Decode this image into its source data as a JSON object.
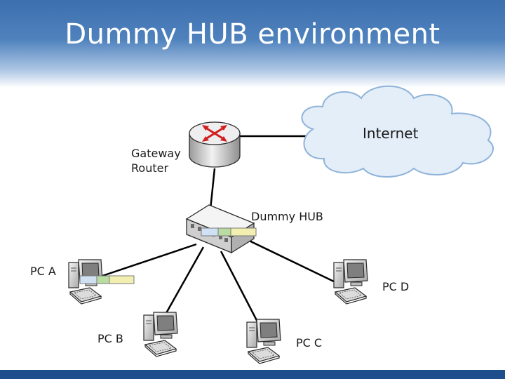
{
  "slide": {
    "title": "Dummy HUB environment"
  },
  "nodes": {
    "internet": "Internet",
    "gateway_line1": "Gateway",
    "gateway_line2": "Router",
    "hub": "Dummy HUB",
    "pc_a": "PC A",
    "pc_b": "PC B",
    "pc_c": "PC C",
    "pc_d": "PC D"
  },
  "colors": {
    "title_band": "#4f82bd",
    "bottom_bar": "#1f4e8c",
    "cloud_fill": "#e3eef9",
    "cloud_stroke": "#8fb3d9",
    "router_arrows": "#d21f1f",
    "packet_blue": "#cfe1f3",
    "packet_green": "#b9dca3",
    "packet_yellow": "#f3efb0"
  }
}
